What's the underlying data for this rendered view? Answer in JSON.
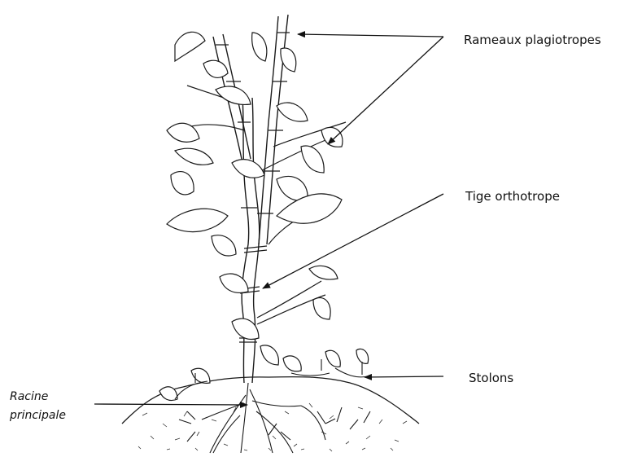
{
  "labels": {
    "rameaux": "Rameaux plagiotropes",
    "tige": "Tige orthotrope",
    "stolons": "Stolons",
    "racine_line1": "Racine",
    "racine_line2": "principale"
  },
  "colors": {
    "ink": "#1a1a1a",
    "background": "#ffffff"
  }
}
